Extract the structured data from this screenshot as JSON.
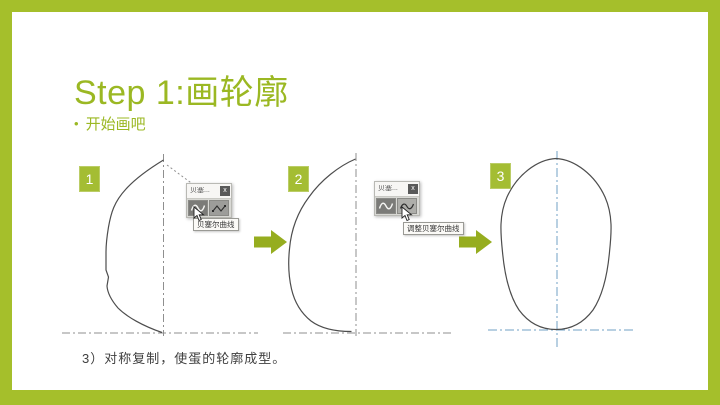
{
  "slide": {
    "title": "Step 1:画轮廓",
    "bullet": "开始画吧",
    "caption": "3）对称复制，使蛋的轮廓成型。"
  },
  "steps": [
    {
      "number": "1"
    },
    {
      "number": "2"
    },
    {
      "number": "3"
    }
  ],
  "popups": [
    {
      "title": "贝塞...",
      "close_label": "x",
      "tooltip": "贝塞尔曲线",
      "icons": [
        "bezier-curve-icon",
        "edit-points-icon",
        "close-icon",
        "cursor-icon"
      ]
    },
    {
      "title": "贝塞...",
      "close_label": "x",
      "tooltip": "调整贝塞尔曲线",
      "icons": [
        "bezier-curve-icon",
        "adjust-bezier-icon",
        "close-icon",
        "cursor-icon"
      ]
    }
  ],
  "colors": {
    "frame_green": "#a5bf2b",
    "title_green": "#9bb823",
    "badge_green": "#a4bd33",
    "arrow_green": "#96ad1f",
    "guide_gray": "#8f8f8f",
    "guide_blue": "#70a2c6",
    "outline_gray": "#4d4d4d"
  }
}
